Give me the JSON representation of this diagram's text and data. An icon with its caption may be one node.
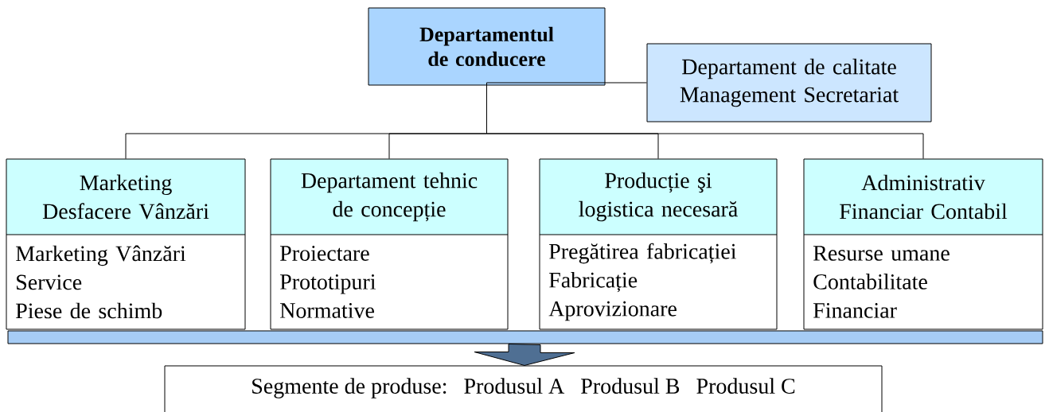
{
  "diagram": {
    "nodes": [
      {
        "text": [
          "Departamentul de conducere"
        ]
      },
      {
        "text": [
          "Departament de calitate Management Secretariat"
        ]
      },
      {
        "text": [
          "Marketing Desfacere Vânzări",
          "Marketing Vânzări",
          "Service",
          "Piese de schimb"
        ]
      },
      {
        "text": [
          "Departament tehnic de concepție",
          "Proiectare",
          "Prototipuri",
          "Normative"
        ]
      },
      {
        "text": [
          "Producție şi logistica necesară",
          "Pregătirea fabricației",
          "Fabricație",
          "Aprovizionare"
        ]
      },
      {
        "text": [
          "Administrativ Financiar Contabil",
          "Resurse umane",
          "Contabilitate",
          "Financiar"
        ]
      },
      {
        "text": [],
        "shape": "bar"
      },
      {
        "text": [
          "Segmente de produse:",
          "Produsul A",
          "Produsul B",
          "Produsul C"
        ]
      }
    ],
    "edges": [
      {
        "from": 0,
        "to": 1,
        "arrow": "none"
      },
      {
        "from": 0,
        "to": 2,
        "arrow": "none"
      },
      {
        "from": 0,
        "to": 3,
        "arrow": "none"
      },
      {
        "from": 0,
        "to": 4,
        "arrow": "none"
      },
      {
        "from": 0,
        "to": 5,
        "arrow": "none"
      },
      {
        "from": 6,
        "to": 7,
        "arrow": "to",
        "style": "thick",
        "color": "#4f6f93"
      }
    ]
  }
}
